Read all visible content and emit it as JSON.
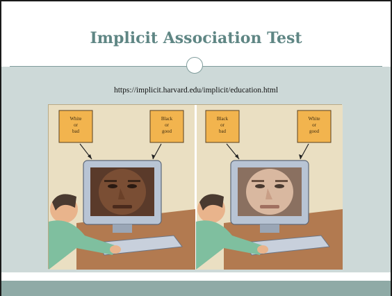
{
  "slide": {
    "title": "Implicit Association Test",
    "url": "https://implicit.harvard.edu/implicit/education.html"
  },
  "figure": {
    "left_panel": {
      "left_label": [
        "White",
        "or",
        "bad"
      ],
      "right_label": [
        "Black",
        "or",
        "good"
      ]
    },
    "right_panel": {
      "left_label": [
        "Black",
        "or",
        "bad"
      ],
      "right_label": [
        "White",
        "or",
        "good"
      ]
    }
  },
  "colors": {
    "title": "#5f8684",
    "content_bg": "#cdd9d8",
    "footer": "#8faaa6",
    "label_box": "#f2b44e"
  }
}
